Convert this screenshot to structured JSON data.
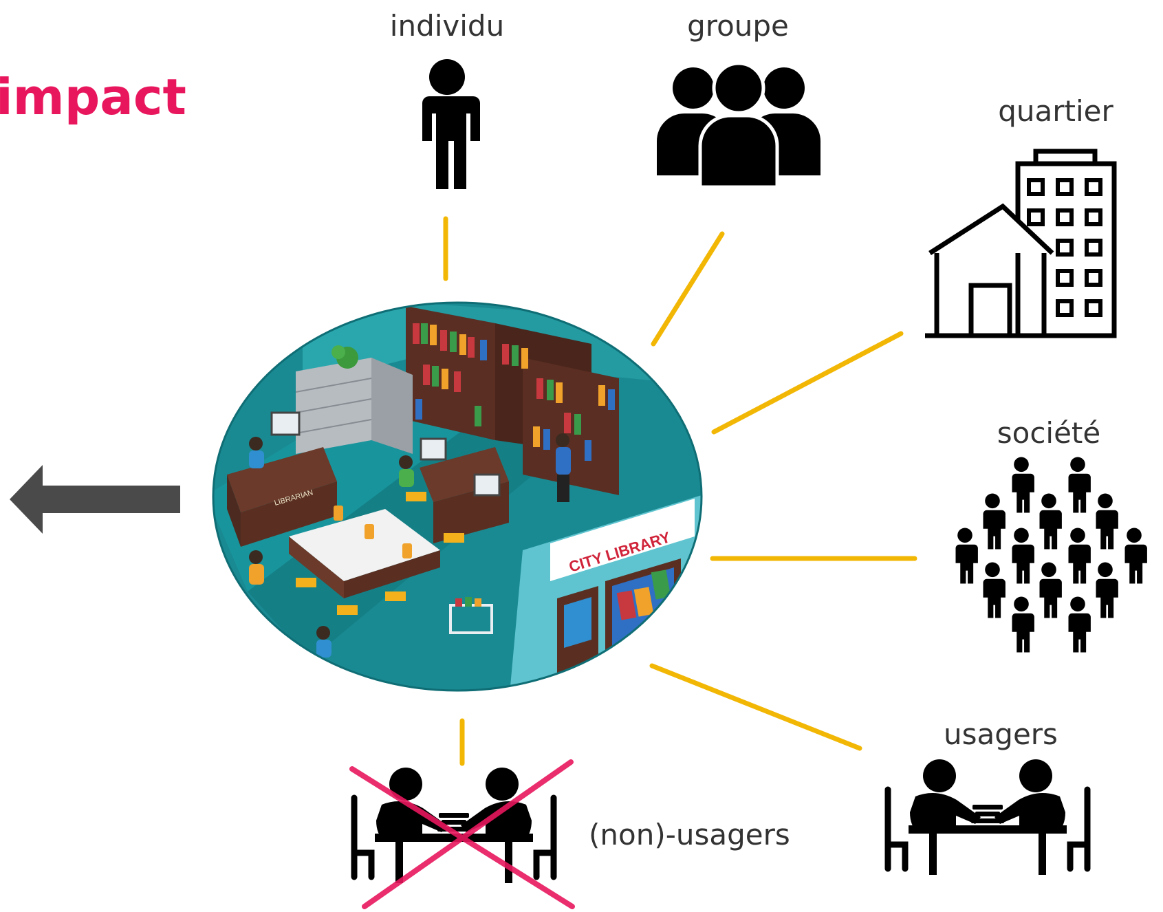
{
  "title": "impact",
  "library_sign": "CITY LIBRARY",
  "library_desk_sign": "LIBRARIAN",
  "nodes": {
    "individu": "individu",
    "groupe": "groupe",
    "quartier": "quartier",
    "societe": "société",
    "usagers": "usagers",
    "non_usagers": "(non)-usagers"
  },
  "icons": {
    "individu": "person-icon",
    "groupe": "group-icon",
    "quartier": "neighborhood-building-icon",
    "societe": "crowd-icon",
    "usagers": "people-reading-at-table-icon",
    "non_usagers": "people-reading-at-table-crossed-icon",
    "center": "city-library-illustration",
    "back": "left-arrow-icon"
  },
  "colors": {
    "title": "#e8175d",
    "arrow": "#f2b705",
    "cross": "#e8175d",
    "back_arrow": "#4a4a4a",
    "icon": "#000000"
  }
}
